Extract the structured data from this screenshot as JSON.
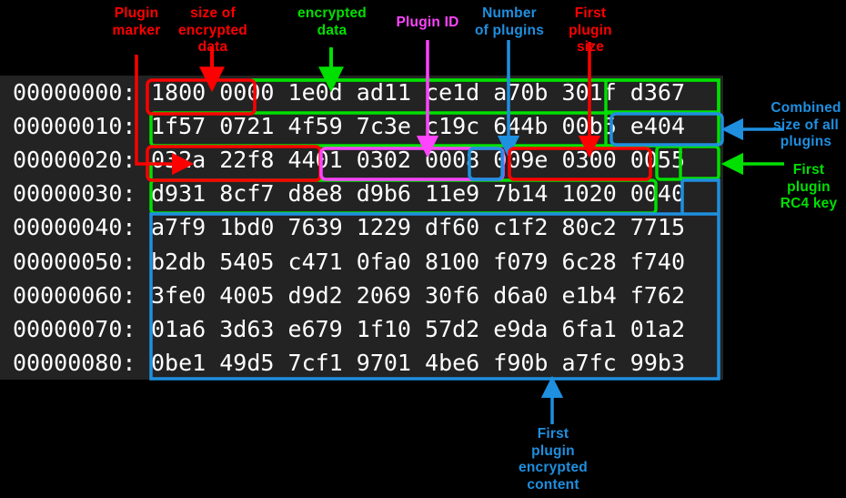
{
  "view": {
    "kind": "annotated-hex-dump",
    "background": "#000000",
    "panel_background": "#232323",
    "text_color": "#ffffff"
  },
  "colors": {
    "red": "#ff0000",
    "green": "#00e000",
    "magenta": "#ff44ff",
    "blue": "#1f8fe0"
  },
  "hexdump": {
    "rows": [
      {
        "offset": "00000000:",
        "bytes": "1800 0000 1e0d ad11 ce1d a70b 301f d367"
      },
      {
        "offset": "00000010:",
        "bytes": "1f57 0721 4f59 7c3e c19c 644b 00b5 e404"
      },
      {
        "offset": "00000020:",
        "bytes": "032a 22f8 4401 0302 0008 009e 0300 0055"
      },
      {
        "offset": "00000030:",
        "bytes": "d931 8cf7 d8e8 d9b6 11e9 7b14 1020 0040"
      },
      {
        "offset": "00000040:",
        "bytes": "a7f9 1bd0 7639 1229 df60 c1f2 80c2 7715"
      },
      {
        "offset": "00000050:",
        "bytes": "b2db 5405 c471 0fa0 8100 f079 6c28 f740"
      },
      {
        "offset": "00000060:",
        "bytes": "3fe0 4005 d9d2 2069 30f6 d6a0 e1b4 f762"
      },
      {
        "offset": "00000070:",
        "bytes": "01a6 3d63 e679 1f10 57d2 e9da 6fa1 01a2"
      },
      {
        "offset": "00000080:",
        "bytes": "0be1 49d5 7cf1 9701 4be6 f90b a7fc 99b3"
      }
    ]
  },
  "annotations": {
    "top": [
      {
        "id": "plugin-marker",
        "text": "Plugin\nmarker",
        "color": "red"
      },
      {
        "id": "size-of-encrypted",
        "text": "size of\nencrypted\ndata",
        "color": "red"
      },
      {
        "id": "encrypted-data",
        "text": "encrypted\ndata",
        "color": "green"
      },
      {
        "id": "plugin-id",
        "text": "Plugin ID",
        "color": "magenta"
      },
      {
        "id": "number-of-plugins",
        "text": "Number\nof plugins",
        "color": "blue"
      },
      {
        "id": "first-plugin-size",
        "text": "First\nplugin\nsize",
        "color": "red"
      }
    ],
    "right": [
      {
        "id": "combined-size",
        "text": "Combined\nsize of all\nplugins",
        "color": "blue"
      },
      {
        "id": "first-plugin-rc4-key",
        "text": "First\nplugin\nRC4 key",
        "color": "green"
      }
    ],
    "bottom": [
      {
        "id": "first-plugin-content",
        "text": "First\nplugin\nencrypted\ncontent",
        "color": "blue"
      }
    ]
  }
}
